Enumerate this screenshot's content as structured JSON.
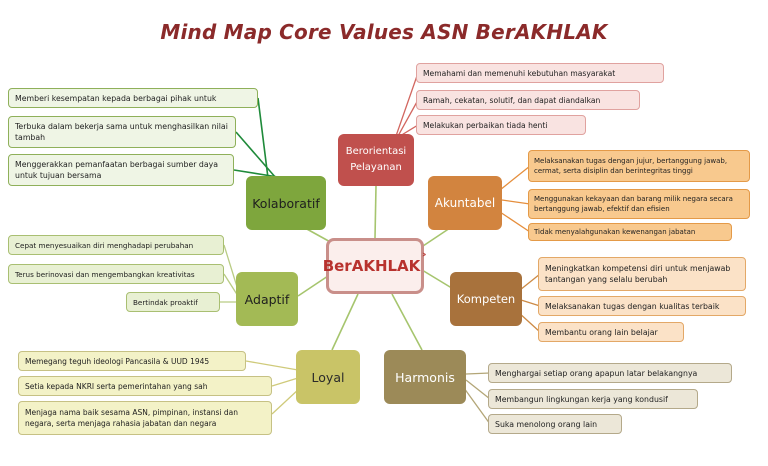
{
  "title": "Mind Map Core Values ASN BerAKHLAK",
  "center": {
    "label": "BerAKHLAK",
    "arrow": "˃"
  },
  "branches": {
    "berorientasi": {
      "label": "Berorientasi Pelayanan",
      "color": "#c0504d",
      "items": [
        "Memahami dan memenuhi kebutuhan masyarakat",
        "Ramah, cekatan, solutif, dan dapat diandalkan",
        "Melakukan perbaikan tiada henti"
      ]
    },
    "akuntabel": {
      "label": "Akuntabel",
      "color": "#d2843f",
      "items": [
        "Melaksanakan tugas dengan jujur, bertanggung jawab, cermat, serta disiplin dan berintegritas tinggi",
        "Menggunakan kekayaan dan barang milik negara secara bertanggung jawab, efektif dan efisien",
        "Tidak menyalahgunakan kewenangan jabatan"
      ]
    },
    "kompeten": {
      "label": "Kompeten",
      "color": "#a8723c",
      "items": [
        "Meningkatkan kompetensi diri untuk menjawab tantangan yang selalu berubah",
        "Melaksanakan tugas dengan kualitas terbaik",
        "Membantu orang lain belajar"
      ]
    },
    "harmonis": {
      "label": "Harmonis",
      "color": "#9c8a58",
      "items": [
        "Menghargai setiap orang apapun latar belakangnya",
        "Membangun lingkungan kerja yang kondusif",
        "Suka menolong orang lain"
      ]
    },
    "loyal": {
      "label": "Loyal",
      "color": "#c9c467",
      "items": [
        "Memegang teguh ideologi Pancasila & UUD 1945",
        "Setia kepada NKRI serta pemerintahan yang sah",
        "Menjaga nama baik sesama ASN, pimpinan, instansi dan negara, serta menjaga rahasia jabatan dan negara"
      ]
    },
    "adaptif": {
      "label": "Adaptif",
      "color": "#a3ba55",
      "items": [
        "Cepat menyesuaikan diri menghadapi perubahan",
        "Terus berinovasi dan mengembangkan kreativitas",
        "Bertindak proaktif"
      ]
    },
    "kolaboratif": {
      "label": "Kolaboratif",
      "color": "#7ea63d",
      "items": [
        "Memberi kesempatan kepada berbagai pihak untuk",
        "Terbuka dalam bekerja sama untuk menghasilkan nilai tambah",
        "Menggerakkan pemanfaatan berbagai sumber daya untuk tujuan bersama"
      ]
    }
  }
}
